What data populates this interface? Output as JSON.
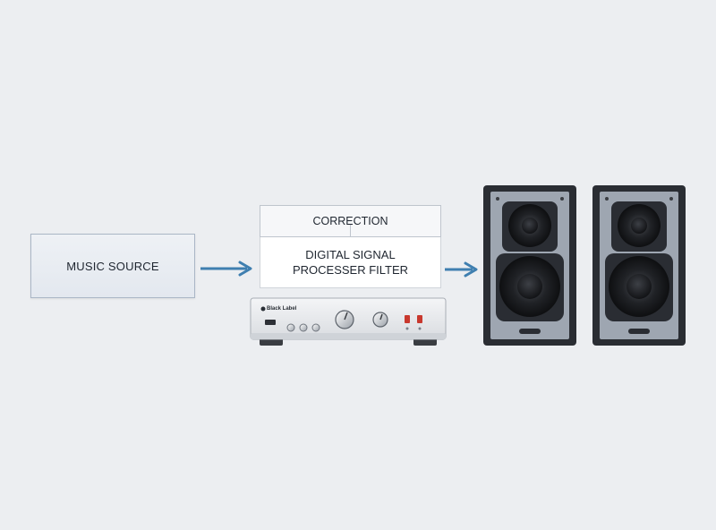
{
  "diagram": {
    "source": {
      "label": "MUSIC SOURCE"
    },
    "dsp": {
      "top_label": "CORRECTION",
      "main_line1": "DIGITAL SIGNAL",
      "main_line2": "PROCESSER FILTER"
    },
    "amplifier": {
      "brand_text": "Black Label"
    },
    "speakers": {
      "count": 2
    },
    "colors": {
      "arrow": "#3f7fb0",
      "speaker_cabinet": "#9ea6b1",
      "speaker_frame": "#2a2d33",
      "amp_body": "#e6e8eb"
    },
    "icons": {
      "arrow": "arrow-right-icon",
      "knob": "knob-icon",
      "indicator": "red-led-icon"
    }
  }
}
